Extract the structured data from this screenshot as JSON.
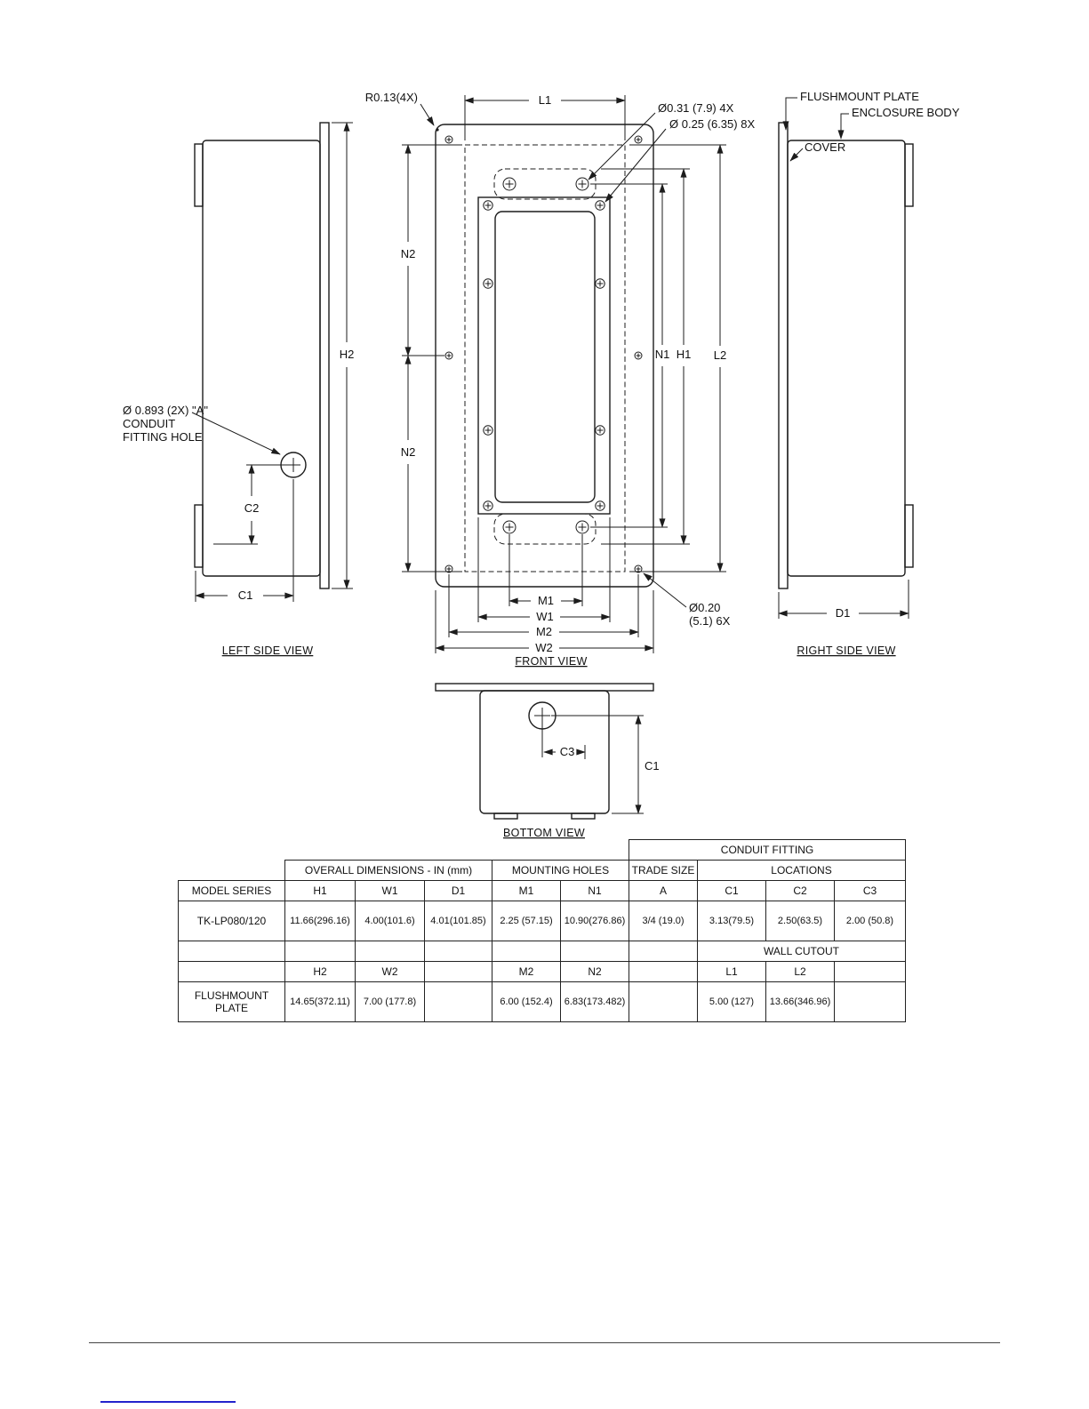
{
  "drawing": {
    "views": {
      "left": "LEFT SIDE VIEW",
      "front": "FRONT VIEW",
      "right": "RIGHT SIDE VIEW",
      "bottom": "BOTTOM VIEW"
    },
    "dims": {
      "L1": "L1",
      "H2": "H2",
      "N2": "N2",
      "N1": "N1",
      "H1": "H1",
      "L2": "L2",
      "C1": "C1",
      "C2": "C2",
      "C3": "C3",
      "M1": "M1",
      "W1": "W1",
      "M2": "M2",
      "W2": "W2",
      "D1": "D1"
    },
    "callouts": {
      "radius": "R0.13(4X)",
      "hole_4x": "Ø0.31 (7.9) 4X",
      "hole_8x": "Ø 0.25 (6.35) 8X",
      "hole_6x_1": "Ø0.20",
      "hole_6x_2": "(5.1) 6X",
      "flushmount": "FLUSHMOUNT PLATE",
      "enclosure": "ENCLOSURE BODY",
      "cover": "COVER",
      "conduit_1": "Ø 0.893 (2X) \"A\"",
      "conduit_2": "CONDUIT",
      "conduit_3": "FITTING HOLE"
    }
  },
  "table": {
    "headers": {
      "conduit_fitting": "CONDUIT FITTING",
      "overall": "OVERALL DIMENSIONS - IN (mm)",
      "mounting": "MOUNTING HOLES",
      "trade_size": "TRADE SIZE",
      "locations": "LOCATIONS",
      "model_series": "MODEL SERIES",
      "wall_cutout": "WALL CUTOUT"
    },
    "cols1": [
      "H1",
      "W1",
      "D1",
      "M1",
      "N1",
      "A",
      "C1",
      "C2",
      "C3"
    ],
    "row1": {
      "model": "TK-LP080/120",
      "values": [
        "11.66(296.16)",
        "4.00(101.6)",
        "4.01(101.85)",
        "2.25 (57.15)",
        "10.90(276.86)",
        "3/4 (19.0)",
        "3.13(79.5)",
        "2.50(63.5)",
        "2.00 (50.8)"
      ]
    },
    "cols2": [
      "H2",
      "W2",
      "",
      "M2",
      "N2",
      "",
      "L1",
      "L2",
      ""
    ],
    "row2": {
      "model": "FLUSHMOUNT PLATE",
      "values": [
        "14.65(372.11)",
        "7.00 (177.8)",
        "",
        "6.00 (152.4)",
        "6.83(173.482)",
        "",
        "5.00 (127)",
        "13.66(346.96)",
        ""
      ]
    }
  }
}
